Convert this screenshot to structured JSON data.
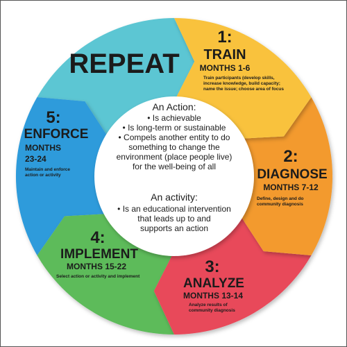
{
  "repeat_label": "REPEAT",
  "center": {
    "action_title": "An Action:",
    "action_lines": [
      "• Is achievable",
      "• Is long-term or sustainable",
      "• Compels another entity to do",
      "something to change the",
      "environment (place people live)",
      "for the well-being of all"
    ],
    "activity_title": "An activity:",
    "activity_lines": [
      "• Is an educational intervention",
      "that leads up to and",
      "supports an action"
    ]
  },
  "stages": [
    {
      "number": "1:",
      "title": "TRAIN",
      "months": "MONTHS 1-6",
      "description": [
        "Train participants (develop skills,",
        "increase knowledge, build capacity;",
        "name the issue; choose area of focus"
      ],
      "color": "#F9C23C"
    },
    {
      "number": "2:",
      "title": "DIAGNOSE",
      "months": "MONTHS 7-12",
      "description": [
        "Define, design and do",
        "community diagnosis"
      ],
      "color": "#F39A2E"
    },
    {
      "number": "3:",
      "title": "ANALYZE",
      "months": "MONTHS 13-14",
      "description": [
        "Analyze results of",
        "community diagnosis"
      ],
      "color": "#E84A5A"
    },
    {
      "number": "4:",
      "title": "IMPLEMENT",
      "months": "MONTHS 15-22",
      "description": [
        "Select action or activity and implement"
      ],
      "color": "#5DBB5A"
    },
    {
      "number": "5:",
      "title": "ENFORCE",
      "months": "MONTHS",
      "months_line2": "23-24",
      "description": [
        "Maintain and enforce",
        "action or activity"
      ],
      "color": "#2F9BDB"
    },
    {
      "color": "#5BC6D3"
    }
  ],
  "text_color": "#1b1b1b",
  "center_color": "#ffffff"
}
